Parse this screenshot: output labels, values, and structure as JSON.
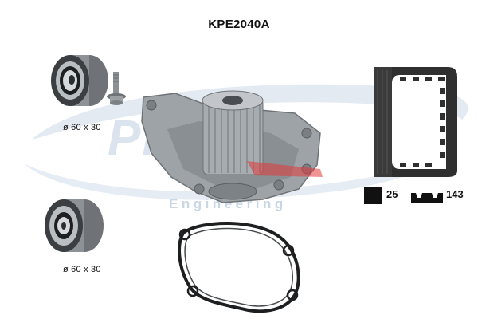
{
  "title": "KPE2040A",
  "tensioner_1": {
    "dimension": "ø 60 x 30"
  },
  "tensioner_2": {
    "dimension": "ø 60 x 30"
  },
  "belt": {
    "width": "25",
    "teeth": "143"
  },
  "watermark": {
    "brand": "Protec",
    "subtitle": "Engineering"
  },
  "colors": {
    "watermark": "#dbe4ee",
    "accent_red": "#e23b3b",
    "metal": "#9ea3a8",
    "belt": "#2f2f2f"
  }
}
